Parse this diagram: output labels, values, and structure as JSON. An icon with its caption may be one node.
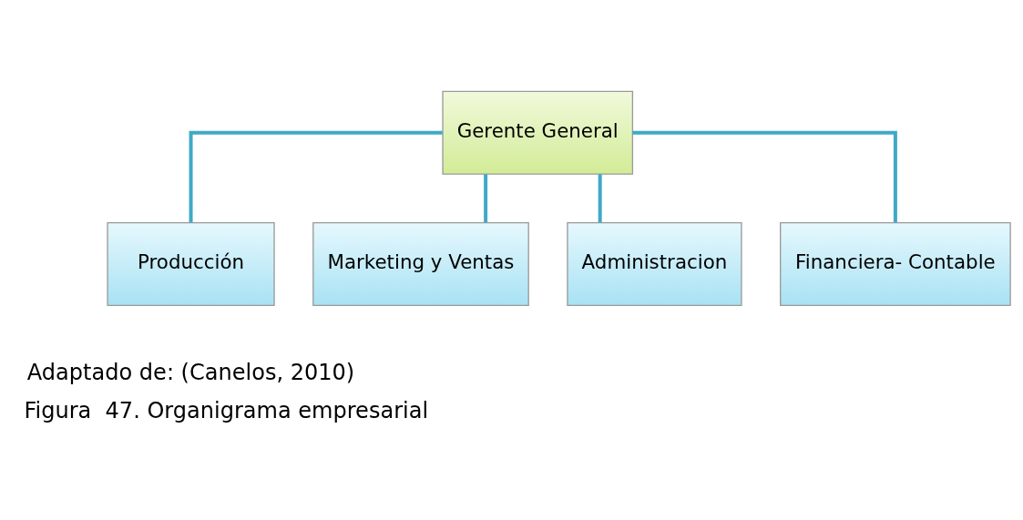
{
  "diagram": {
    "caption": "Figura  47. Organigrama empresarial",
    "nodes": [
      {
        "text": [
          "Gerente General"
        ]
      },
      {
        "text": [
          "Producción"
        ]
      },
      {
        "text": [
          "Marketing y Ventas"
        ]
      },
      {
        "text": [
          "Administracion"
        ]
      },
      {
        "text": [
          "Financiera- Contable"
        ]
      }
    ],
    "edges": [
      {
        "from": 0,
        "to": 1,
        "arrow": "none"
      },
      {
        "from": 0,
        "to": 2,
        "arrow": "none"
      },
      {
        "from": 0,
        "to": 3,
        "arrow": "none"
      },
      {
        "from": 0,
        "to": 4,
        "arrow": "none"
      }
    ],
    "labels": [
      "Adaptado de: (Canelos, 2010)"
    ]
  }
}
